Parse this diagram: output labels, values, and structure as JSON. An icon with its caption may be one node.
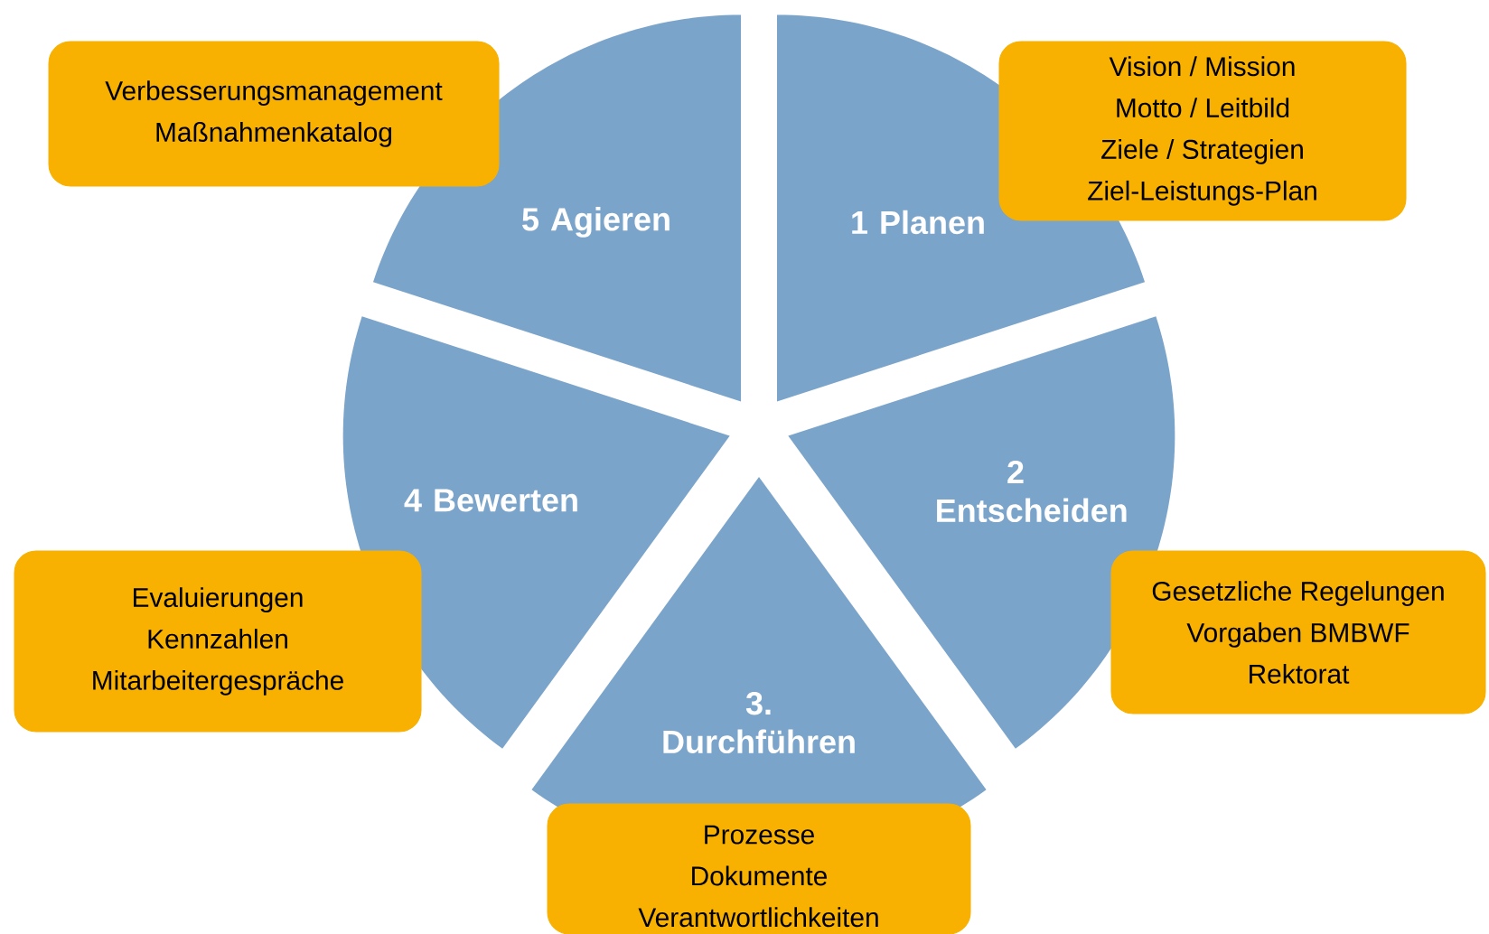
{
  "diagram": {
    "nodes": [
      {
        "text": [
          "1 Planen"
        ]
      },
      {
        "text": [
          "2 Entscheiden"
        ]
      },
      {
        "text": [
          "3. Durchführen"
        ]
      },
      {
        "text": [
          "4 Bewerten"
        ]
      },
      {
        "text": [
          "5 Agieren"
        ]
      },
      {
        "text": [
          "Vision / Mission",
          "Motto / Leitbild",
          "Ziele / Strategien",
          "Ziel-Leistungs-Plan"
        ]
      },
      {
        "text": [
          "Gesetzliche Regelungen",
          "Vorgaben BMBWF",
          "Rektorat"
        ]
      },
      {
        "text": [
          "Prozesse",
          "Dokumente",
          "Verantwortlichkeiten"
        ]
      },
      {
        "text": [
          "Evaluierungen",
          "Kennzahlen",
          "Mitarbeitergespräche"
        ]
      },
      {
        "text": [
          "Verbesserungsmanagement",
          "Maßnahmenkatalog"
        ]
      }
    ]
  }
}
